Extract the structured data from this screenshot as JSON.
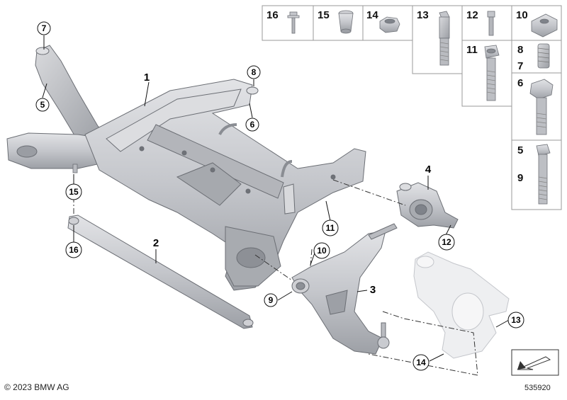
{
  "callouts": {
    "c7": "7",
    "c5": "5",
    "c1": "1",
    "c8": "8",
    "c6": "6",
    "c15": "15",
    "c16": "16",
    "c2": "2",
    "c11": "11",
    "c4": "4",
    "c12": "12",
    "c10": "10",
    "c3": "3",
    "c9": "9",
    "c13": "13",
    "c14": "14"
  },
  "parts_table": {
    "p16": "16",
    "p15": "15",
    "p14": "14",
    "p13": "13",
    "p12": "12",
    "p10": "10",
    "p11": "11",
    "p8": "8",
    "p7": "7",
    "p6": "6",
    "p5": "5",
    "p9": "9"
  },
  "footer": {
    "copyright": "© 2023 BMW AG",
    "image_id": "535920"
  },
  "colors": {
    "part_fill": "#c9cbd0",
    "part_dark": "#8e9299",
    "part_light": "#e6e7ea",
    "knuckle_fill": "#eeeff1",
    "table_border": "#9a9a9a",
    "text": "#111111"
  }
}
